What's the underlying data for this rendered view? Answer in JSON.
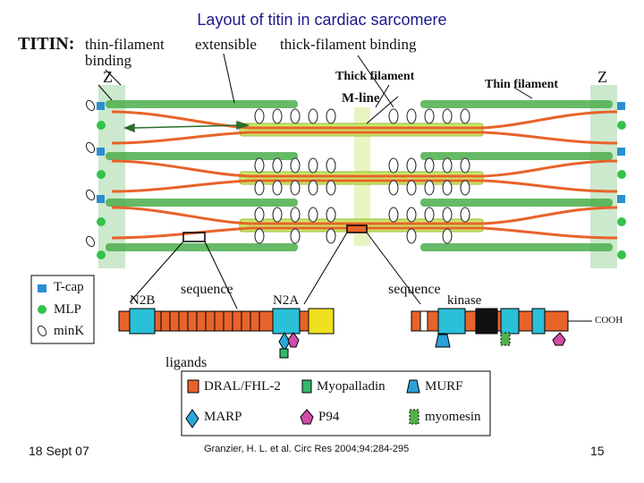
{
  "slide": {
    "title": "Layout of titin in cardiac sarcomere",
    "date": "18 Sept 07",
    "citation": "Granzier, H. L. et al. Circ Res 2004;94:284-295",
    "page_number": "15"
  },
  "figure": {
    "titin_label": "TITIN:",
    "region_thin_binding_1": "thin-filament",
    "region_thin_binding_2": "binding",
    "region_extensible": "extensible",
    "region_thick_binding": "thick-filament binding",
    "z_left": "Z",
    "z_right": "Z",
    "thick_filament": "Thick filament",
    "thin_filament": "Thin filament",
    "m_line": "M-line",
    "sequence_left": "sequence",
    "sequence_right": "sequence",
    "n2b": "N2B",
    "n2a": "N2A",
    "kinase": "kinase",
    "cooh": "COOH",
    "ligands": "ligands"
  },
  "side_legend": [
    {
      "label": "T-cap",
      "color": "#2a8fd0"
    },
    {
      "label": "MLP",
      "color": "#33c24a"
    },
    {
      "label": "minK",
      "color": "#ffffff"
    }
  ],
  "ligand_legend": [
    {
      "label": "DRAL/FHL-2",
      "color": "#e8632a"
    },
    {
      "label": "Myopalladin",
      "color": "#33b86a"
    },
    {
      "label": "MURF",
      "color": "#2aa0d8"
    },
    {
      "label": "MARP",
      "color": "#2aa8d8"
    },
    {
      "label": "P94",
      "color": "#d04ea8"
    },
    {
      "label": "myomesin",
      "color": "#55b04a"
    }
  ],
  "colors": {
    "title": "#1a1a8c",
    "titin_orange": "#e8632a",
    "thick_green": "#c8e86a",
    "thin_green": "#4cae4c",
    "z_band": "#bfe3c0",
    "i_band_blue": "#2ac0d8",
    "yellow_block": "#f0e020"
  }
}
